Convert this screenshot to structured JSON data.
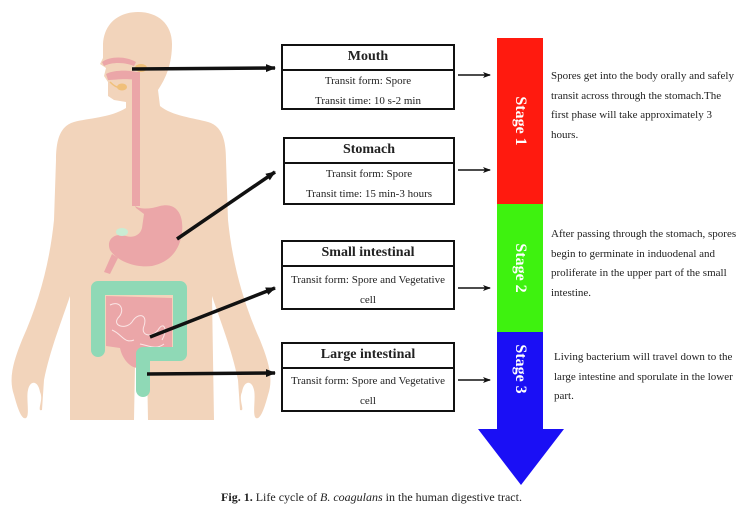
{
  "organs": [
    {
      "name": "Mouth",
      "lines": [
        "Transit form:  Spore",
        "Transit time:  10 s-2 min"
      ]
    },
    {
      "name": "Stomach",
      "lines": [
        "Transit form:  Spore",
        "Transit time:  15 min-3 hours"
      ]
    },
    {
      "name": "Small intestinal",
      "lines": [
        "Transit form:  Spore and Vegetative",
        "cell"
      ]
    },
    {
      "name": "Large intestinal",
      "lines": [
        "Transit form:  Spore and Vegetative",
        "cell"
      ]
    }
  ],
  "stages": [
    {
      "label": "Stage 1",
      "color": "#ff1a0f",
      "description": "Spores get into the body orally and safely transit across through the stomach.The first phase will take approximately 3 hours."
    },
    {
      "label": "Stage 2",
      "color": "#3ef20f",
      "description": "After passing through the stomach, spores begin to germinate in induodenal and proliferate in the upper part of the small intestine."
    },
    {
      "label": "Stage 3",
      "color": "#1a0ff5",
      "description": "Living bacterium  will travel down to the large intestine and sporulate in the lower part."
    }
  ],
  "caption": {
    "prefix": "Fig. 1.",
    "text_before": " Life cycle of ",
    "italic": "B. coagulans",
    "text_after": " in the human digestive tract."
  },
  "colors": {
    "skin": "#f2d4bb",
    "digestive": "#eba6a8",
    "colon": "#8fd9b6",
    "gland": "#f0c07a"
  }
}
